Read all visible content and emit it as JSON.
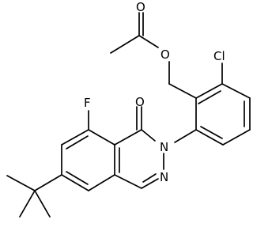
{
  "structure": {
    "atoms": {
      "o_carbonyl_acetyl": "O",
      "o_ester": "O",
      "cl": "Cl",
      "f": "F",
      "o_keto": "O",
      "n_ring": "N",
      "n_ring2": "N"
    },
    "colors": {
      "bond": "#000000",
      "label": "#000000",
      "background": "#ffffff"
    }
  }
}
